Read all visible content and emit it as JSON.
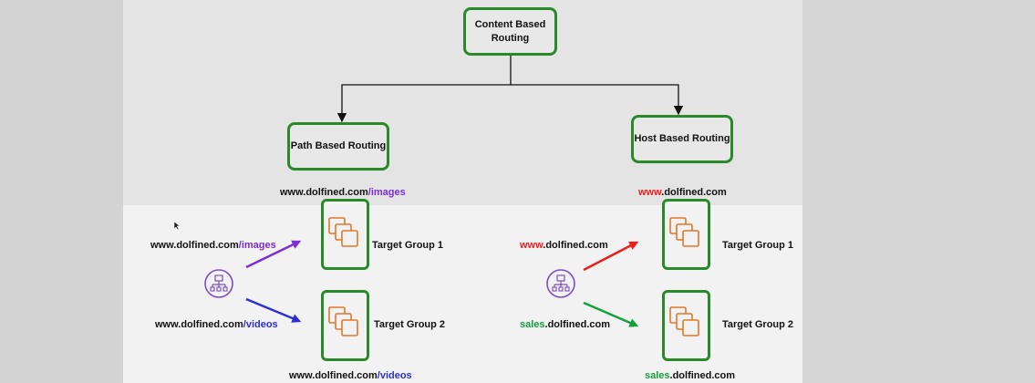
{
  "root": {
    "line1": "Content Based",
    "line2": "Routing"
  },
  "path_routing": {
    "title": "Path Based Routing",
    "top_url": {
      "domain": "www.dolfined.com",
      "path": "/images"
    },
    "bottom_url": {
      "domain": "www.dolfined.com",
      "path": "/videos"
    },
    "request_1": {
      "domain": "www.dolfined.com",
      "path": "/images"
    },
    "request_2": {
      "domain": "www.dolfined.com",
      "path": "/videos"
    },
    "target_group_1": "Target Group 1",
    "target_group_2": "Target Group 2"
  },
  "host_routing": {
    "title": "Host Based Routing",
    "top_url": {
      "sub": "www",
      "domain": ".dolfined.com"
    },
    "bottom_url": {
      "sub": "sales",
      "domain": ".dolfined.com"
    },
    "request_1": {
      "sub": "www",
      "domain": ".dolfined.com"
    },
    "request_2": {
      "sub": "sales",
      "domain": ".dolfined.com"
    },
    "target_group_1": "Target Group 1",
    "target_group_2": "Target Group 2"
  },
  "colors": {
    "box_border": "#2a8a2a",
    "path_images": "#7b2fd0",
    "path_videos": "#2d2fd0",
    "host_www": "#ee1c1c",
    "host_sales": "#13a13c",
    "instance_icon": "#e0782a",
    "load_balancer_icon": "#7a4fc4"
  },
  "icons": {
    "load_balancer": "load-balancer-icon",
    "target_group": "instance-stack-icon",
    "cursor": "mouse-pointer-icon"
  }
}
